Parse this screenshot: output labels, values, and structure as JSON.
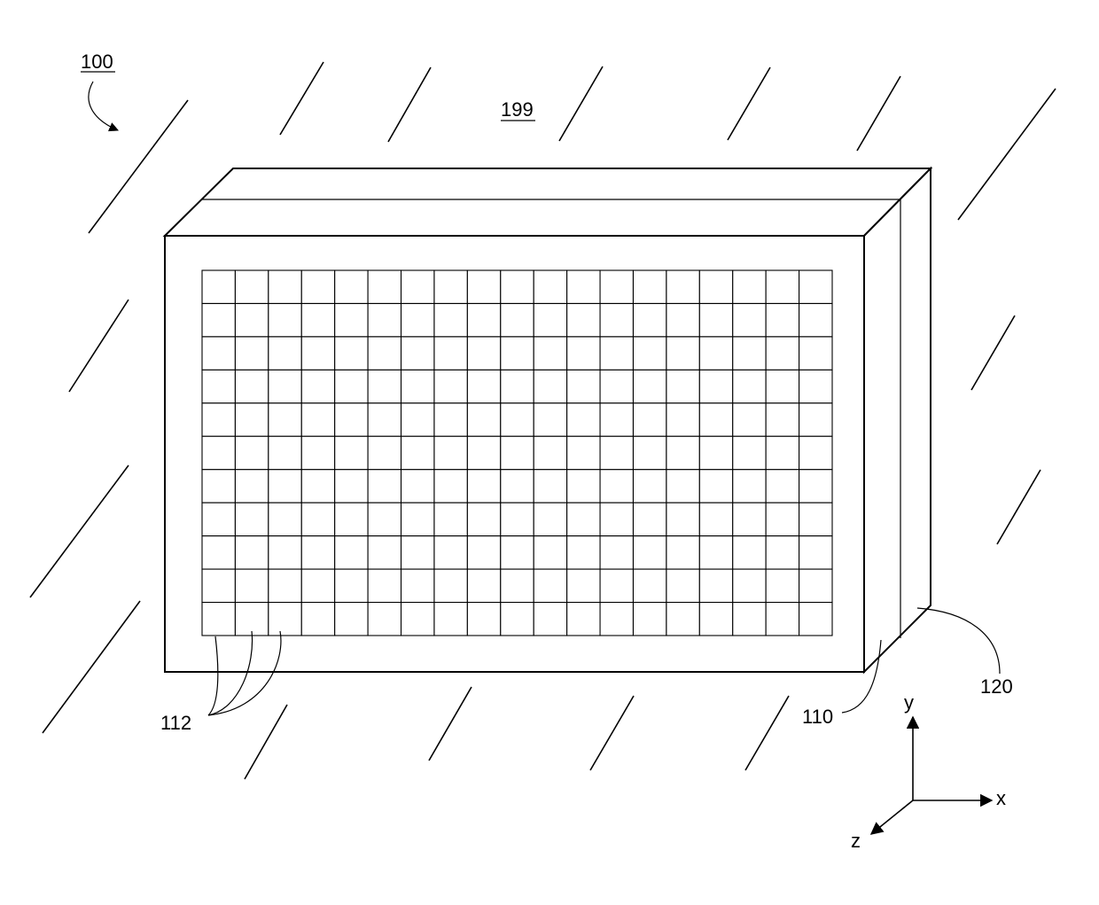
{
  "figure": {
    "ref_figure": "100",
    "ref_environment": "199",
    "ref_pixel": "112",
    "ref_layer_front": "110",
    "ref_layer_back": "120",
    "axes": {
      "x": "x",
      "y": "y",
      "z": "z"
    },
    "pixel_grid": {
      "columns": 19,
      "rows": 11
    }
  }
}
